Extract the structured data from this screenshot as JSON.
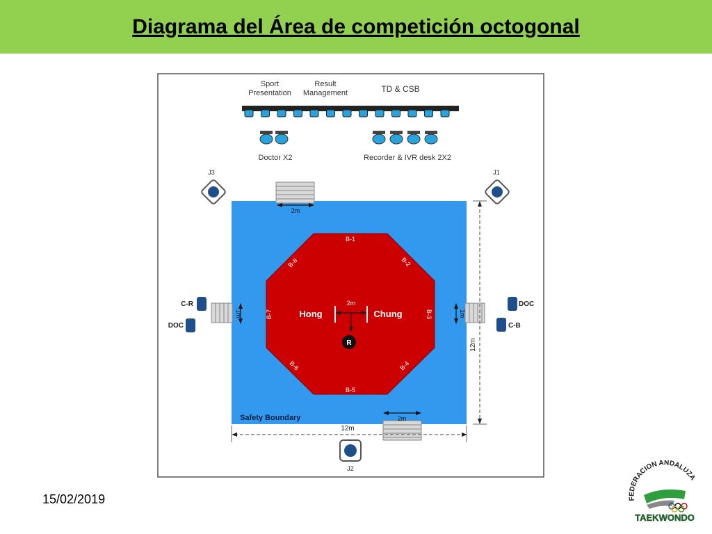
{
  "slide": {
    "title": "Diagrama del Área de competición octogonal",
    "date": "15/02/2019"
  },
  "diagram": {
    "top_labels": {
      "sport_line1": "Sport",
      "sport_line2": "Presentation",
      "result_line1": "Result",
      "result_line2": "Management",
      "td_csb": "TD & CSB",
      "doctor": "Doctor X2",
      "recorder": "Recorder & IVR desk 2X2"
    },
    "judges": {
      "j1": "J1",
      "j2": "J2",
      "j3": "J3"
    },
    "side_labels": {
      "c_r": "C-R",
      "doc_left": "DOC",
      "doc_right": "DOC",
      "c_b": "C-B"
    },
    "boundaries": [
      "B-1",
      "B-2",
      "B-3",
      "B-4",
      "B-5",
      "B-6",
      "B-7",
      "B-8"
    ],
    "fighters": {
      "hong": "Hong",
      "chung": "Chung",
      "referee": "R"
    },
    "dimensions": {
      "stair_top": "2m",
      "stair_bottom": "2m",
      "stair_left": "1m",
      "stair_right": "1m",
      "center": "2m",
      "width": "12m",
      "height": "12m"
    },
    "safety_boundary": "Safety Boundary",
    "colors": {
      "safety_area": "#3399ee",
      "octagon": "#cc0000",
      "chairs": "#29a3dd",
      "judge_icon": "#1f4e8c"
    }
  },
  "logo": {
    "arc_text": "FEDERACION ANDALUZA",
    "word": "TAEKWONDO"
  }
}
